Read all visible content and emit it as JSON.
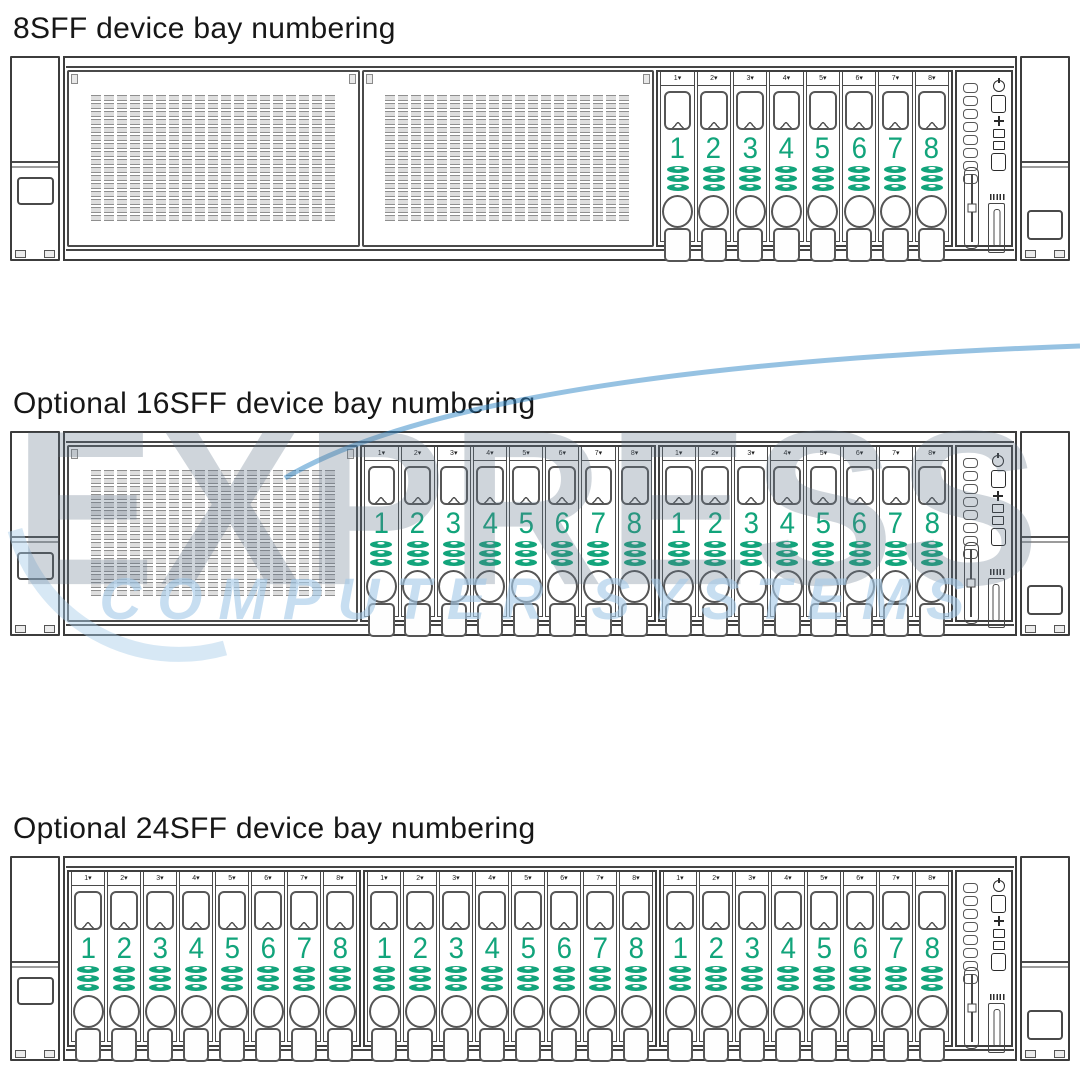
{
  "figures": [
    {
      "title": "8SFF device bay numbering",
      "server_name": "server-front-8sff",
      "slots": [
        {
          "type": "grille"
        },
        {
          "type": "grille"
        },
        {
          "type": "cage",
          "bays": [
            "1",
            "2",
            "3",
            "4",
            "5",
            "6",
            "7",
            "8"
          ]
        }
      ]
    },
    {
      "title": "Optional 16SFF device bay numbering",
      "server_name": "server-front-16sff",
      "slots": [
        {
          "type": "grille"
        },
        {
          "type": "cage",
          "bays": [
            "1",
            "2",
            "3",
            "4",
            "5",
            "6",
            "7",
            "8"
          ]
        },
        {
          "type": "cage",
          "bays": [
            "1",
            "2",
            "3",
            "4",
            "5",
            "6",
            "7",
            "8"
          ]
        }
      ]
    },
    {
      "title": "Optional 24SFF device bay numbering",
      "server_name": "server-front-24sff",
      "slots": [
        {
          "type": "cage",
          "bays": [
            "1",
            "2",
            "3",
            "4",
            "5",
            "6",
            "7",
            "8"
          ]
        },
        {
          "type": "cage",
          "bays": [
            "1",
            "2",
            "3",
            "4",
            "5",
            "6",
            "7",
            "8"
          ]
        },
        {
          "type": "cage",
          "bays": [
            "1",
            "2",
            "3",
            "4",
            "5",
            "6",
            "7",
            "8"
          ]
        }
      ]
    }
  ],
  "bay_label_suffix": "▾",
  "control_panel": {
    "led_count": 8,
    "icons": [
      "power-icon",
      "panel-box-icon",
      "uid-cross-icon",
      "nic-led-icon",
      "health-led-icon",
      "panel-box-icon",
      "usb-slot-icon",
      "usb-slot-small-icon"
    ]
  },
  "watermark": {
    "line1": "EXPRESS",
    "line2": "COMPUTER SYSTEMS"
  },
  "colors": {
    "accent_green": "#12A47B",
    "line_dark": "#3C3C3C",
    "grille_gray": "#DEDEDE",
    "title_color": "#171717",
    "watermark_text": "#64788C",
    "watermark_light_blue": "#A6CBE9",
    "watermark_swoosh": "#2E86C6"
  }
}
